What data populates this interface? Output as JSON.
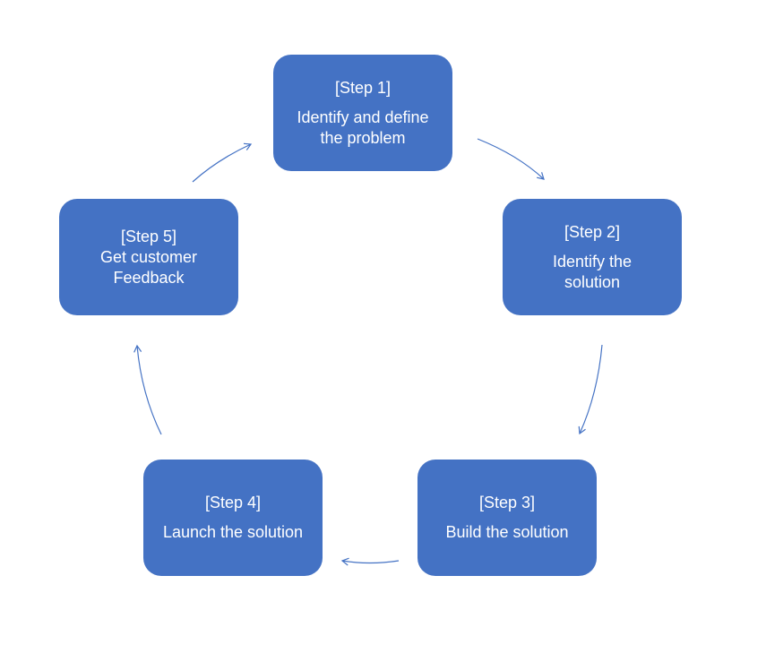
{
  "steps": [
    {
      "label": "[Step 1]",
      "text": "Identify and define the problem"
    },
    {
      "label": "[Step 2]",
      "text": "Identify the solution"
    },
    {
      "label": "[Step 3]",
      "text": "Build the solution"
    },
    {
      "label": "[Step 4]",
      "text": "Launch the solution"
    },
    {
      "label": "[Step 5]",
      "text": "Get customer Feedback"
    }
  ],
  "colors": {
    "box_fill": "#4472c4",
    "box_text": "#ffffff",
    "arrow": "#4472c4"
  }
}
